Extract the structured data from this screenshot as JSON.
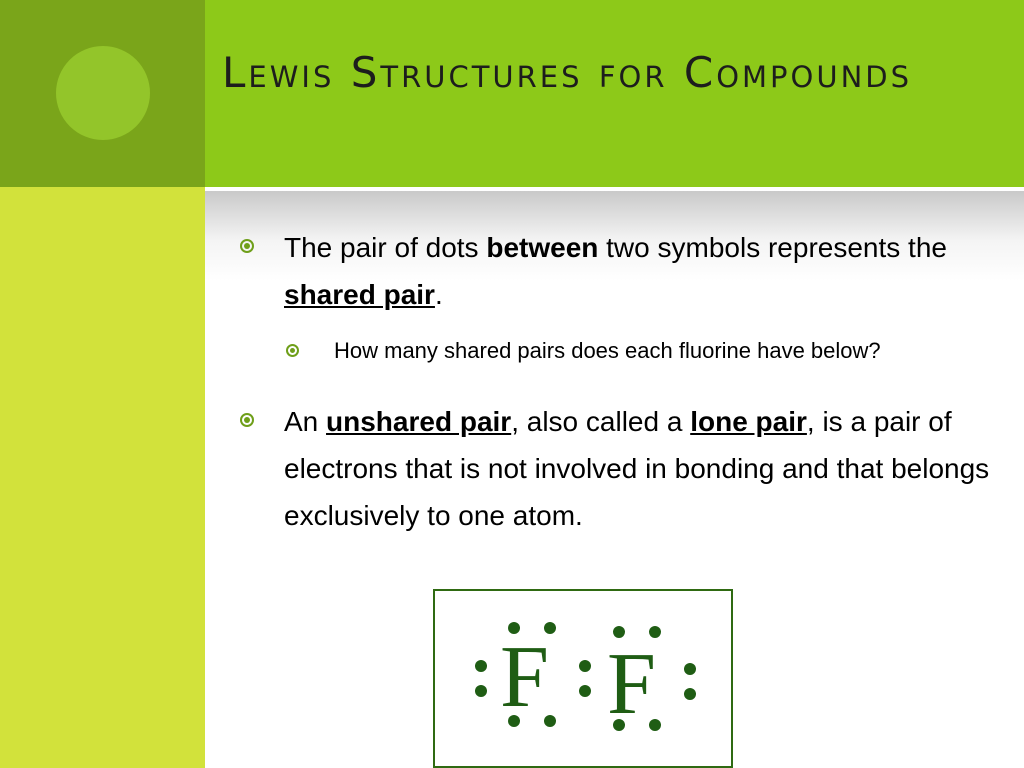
{
  "slide": {
    "title": "Lewis Structures for Compounds",
    "bullets": [
      {
        "parts": [
          {
            "text": "The pair of dots ",
            "style": "plain"
          },
          {
            "text": "between",
            "style": "bold"
          },
          {
            "text": " two symbols represents the ",
            "style": "plain"
          },
          {
            "text": "shared pair",
            "style": "bold-underline"
          },
          {
            "text": ".",
            "style": "plain"
          }
        ]
      },
      {
        "level": 2,
        "text": "How many shared pairs does each fluorine have below?"
      },
      {
        "parts": [
          {
            "text": "An ",
            "style": "plain"
          },
          {
            "text": "unshared pair",
            "style": "bold-underline"
          },
          {
            "text": ", also called a ",
            "style": "plain"
          },
          {
            "text": "lone pair",
            "style": "bold-underline"
          },
          {
            "text": ", is a pair of electrons that is not involved in bonding and that belongs exclusively to one atom.",
            "style": "plain"
          }
        ]
      }
    ]
  },
  "lewis_structure": {
    "atoms": [
      "F",
      "F"
    ]
  },
  "colors": {
    "title_band": "#8dc919",
    "left_top": "#7aa51a",
    "left_bottom": "#d2e23b",
    "bullet": "#6f9f1a",
    "lewis": "#1f5d14"
  }
}
